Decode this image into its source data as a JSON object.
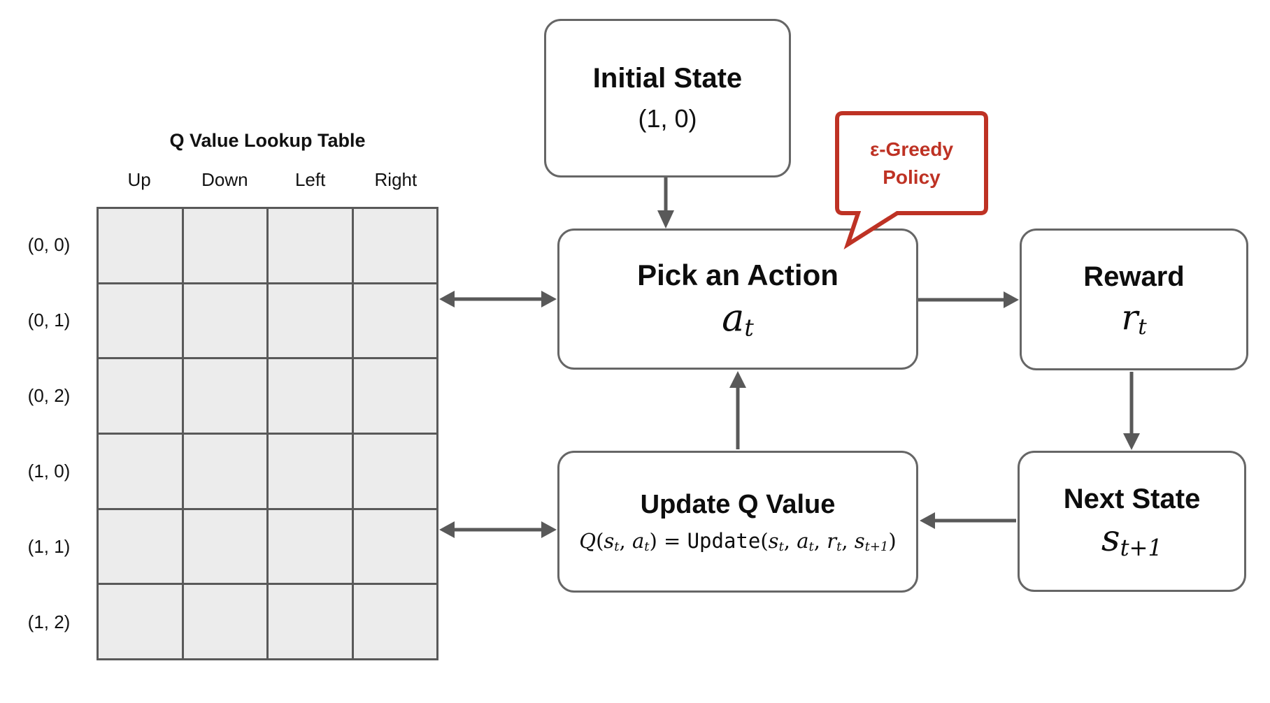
{
  "diagram": {
    "background": "#ffffff",
    "accent_red": "#be3224",
    "stroke_gray": "#595959",
    "box_border_gray": "#666666",
    "cell_fill": "#ececec"
  },
  "table": {
    "title": "Q Value Lookup Table",
    "columns": [
      "Up",
      "Down",
      "Left",
      "Right"
    ],
    "rows": [
      "(0, 0)",
      "(0, 1)",
      "(0, 2)",
      "(1, 0)",
      "(1, 1)",
      "(1, 2)"
    ]
  },
  "nodes": {
    "initial_state": {
      "title": "Initial State",
      "value": "(1, 0)"
    },
    "pick_action": {
      "title": "Pick an Action",
      "math": [
        {
          "t": "a",
          "s": "var"
        },
        {
          "t": "t",
          "s": "sub"
        }
      ]
    },
    "reward": {
      "title": "Reward",
      "math": [
        {
          "t": "r",
          "s": "var"
        },
        {
          "t": "t",
          "s": "sub"
        }
      ]
    },
    "next_state": {
      "title": "Next State",
      "math": [
        {
          "t": "s",
          "s": "var"
        },
        {
          "t": "t+1",
          "s": "sub"
        }
      ]
    },
    "update_q": {
      "title": "Update Q Value",
      "formula": [
        {
          "t": "Q",
          "s": "var"
        },
        {
          "t": "(",
          "s": "op"
        },
        {
          "t": "s",
          "s": "var"
        },
        {
          "t": "t",
          "s": "sub"
        },
        {
          "t": ", ",
          "s": "op"
        },
        {
          "t": "a",
          "s": "var"
        },
        {
          "t": "t",
          "s": "sub"
        },
        {
          "t": ")",
          "s": "op"
        },
        {
          "t": " = ",
          "s": "op"
        },
        {
          "t": "Update",
          "s": "mono"
        },
        {
          "t": "(",
          "s": "op"
        },
        {
          "t": "s",
          "s": "var"
        },
        {
          "t": "t",
          "s": "sub"
        },
        {
          "t": ", ",
          "s": "op"
        },
        {
          "t": "a",
          "s": "var"
        },
        {
          "t": "t",
          "s": "sub"
        },
        {
          "t": ", ",
          "s": "op"
        },
        {
          "t": "r",
          "s": "var"
        },
        {
          "t": "t",
          "s": "sub"
        },
        {
          "t": ", ",
          "s": "op"
        },
        {
          "t": "s",
          "s": "var"
        },
        {
          "t": "t+1",
          "s": "sub"
        },
        {
          "t": ")",
          "s": "op"
        }
      ]
    }
  },
  "callout": {
    "line1": "ε-Greedy",
    "line2": "Policy"
  }
}
